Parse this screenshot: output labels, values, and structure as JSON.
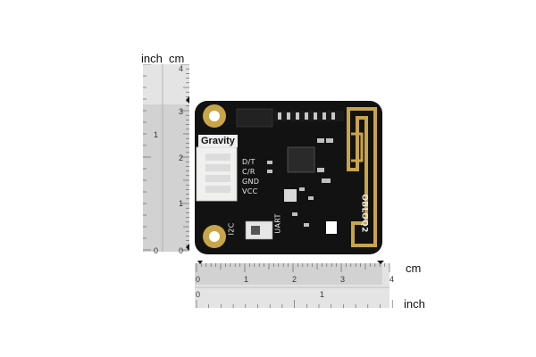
{
  "scene": {
    "description_free": true,
    "colors": {
      "board": "#121212",
      "gold": "#c9a449",
      "silk": "#e8e8e8",
      "ruler_light": "#e4e4e4",
      "ruler_dark": "#d2d2d2",
      "connector": "#f0f0ee"
    }
  },
  "ruler_left": {
    "unit_inch": "inch",
    "unit_cm": "cm",
    "cm_ticks": [
      "0",
      "1",
      "2",
      "3",
      "4"
    ],
    "inch_ticks": [
      "0",
      "1"
    ]
  },
  "ruler_bottom": {
    "unit_cm": "cm",
    "unit_inch": "inch",
    "cm_ticks": [
      "0",
      "1",
      "2",
      "3",
      "4"
    ],
    "inch_ticks": [
      "0",
      "1"
    ]
  },
  "board": {
    "logo": "Gravity",
    "pins": [
      "D/T",
      "C/R",
      "GND",
      "VCC"
    ],
    "switch_left": "I2C",
    "switch_right": "UART",
    "name": "OBLOQ2"
  }
}
